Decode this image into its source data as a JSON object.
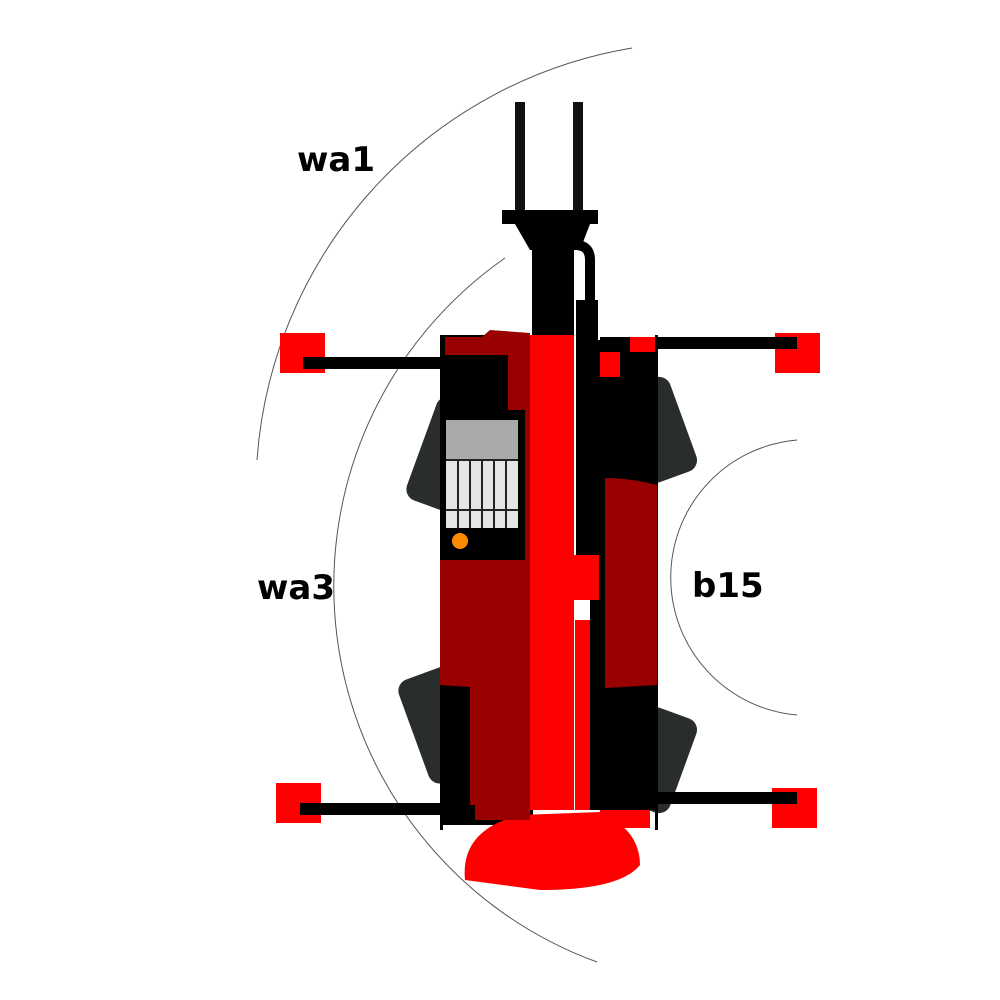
{
  "labels": {
    "wa1": "wa1",
    "wa3": "wa3",
    "b15": "b15"
  },
  "colors": {
    "red": "#ff0000",
    "dark_red": "#990000",
    "black": "#000000",
    "tire": "#2a2d2e",
    "indicator": "#ff8c00",
    "arc": "#555555"
  }
}
